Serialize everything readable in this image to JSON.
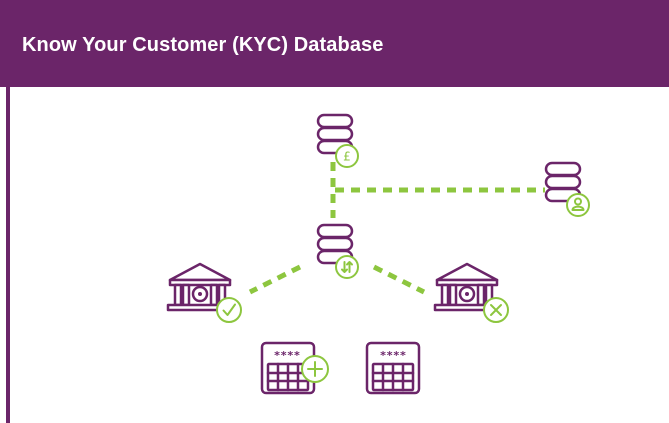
{
  "header": {
    "title": "Know Your Customer (KYC) Database"
  },
  "diagram": {
    "masked_code_left": "****",
    "masked_code_right": "****",
    "currency_symbol": "£",
    "nodes": [
      {
        "id": "currency-database",
        "icon": "pound-coin-icon"
      },
      {
        "id": "customer-database",
        "icon": "person-icon"
      },
      {
        "id": "exchange-database",
        "icon": "transfer-arrows-icon"
      },
      {
        "id": "verified-bank",
        "icon": "checkmark-icon"
      },
      {
        "id": "rejected-bank",
        "icon": "cross-icon"
      },
      {
        "id": "add-form",
        "icon": "plus-icon"
      },
      {
        "id": "form",
        "icon": "grid-form-icon"
      }
    ]
  },
  "colors": {
    "header_background": "#6b2569",
    "header_text": "#ffffff",
    "icon_outline": "#6b2569",
    "accent_green": "#8dc63f",
    "page_background": "#ffffff"
  }
}
